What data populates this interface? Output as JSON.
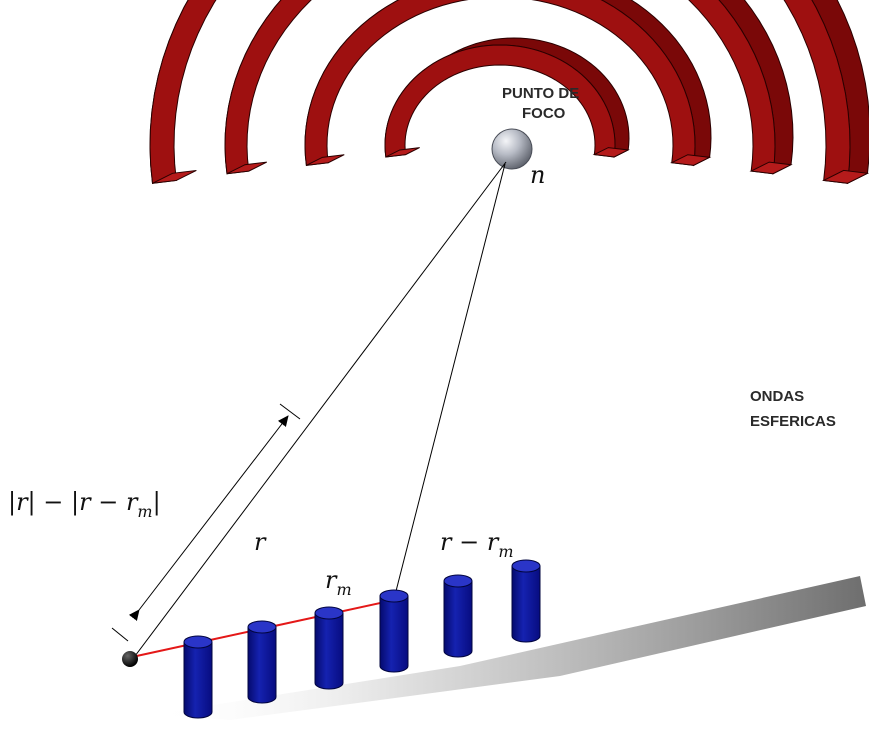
{
  "labels": {
    "focus_line1": "PUNTO DE",
    "focus_line2": "FOCO",
    "waves_line1": "ONDAS",
    "waves_line2": "ESFERICAS",
    "n": "n",
    "r": "r",
    "r_minus_rm_main": "r − r",
    "r_minus_rm_sub": "m",
    "rm_main": "r",
    "rm_sub": "m",
    "diff_main": "|r| − |r − r",
    "diff_sub": "m",
    "diff_end": "|"
  },
  "colors": {
    "wave_front": "#9e1010",
    "wave_side": "#7a0808",
    "wave_top": "#b51b1b",
    "wave_edge": "#2a0000",
    "sensor_body": "#0a0f96",
    "sensor_top": "#2a35c8",
    "red_line": "#e41818",
    "focus_sphere": "#b8bcc6"
  },
  "icons": {
    "focus": "sphere-icon",
    "origin": "black-dot-icon",
    "sensor": "cylinder-icon"
  }
}
